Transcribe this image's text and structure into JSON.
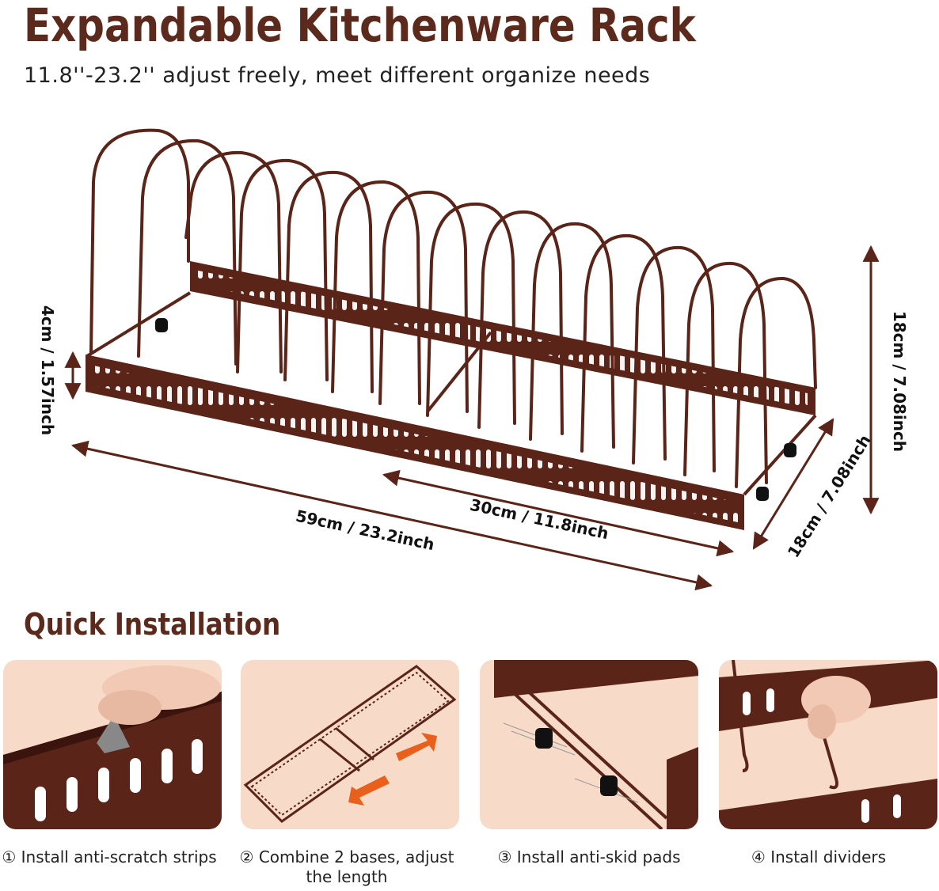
{
  "header": {
    "title": "Expandable Kitchenware Rack",
    "subtitle": "11.8''-23.2'' adjust freely, meet different organize needs"
  },
  "dimensions": {
    "height_side": "4cm / 1.57inch",
    "height_total": "18cm / 7.08inch",
    "length_max": "59cm / 23.2inch",
    "length_min": "30cm / 11.8inch",
    "width": "18cm / 7.08inch"
  },
  "install": {
    "heading": "Quick Installation",
    "steps": [
      {
        "label": "① Install anti-scratch strips"
      },
      {
        "label": "② Combine 2 bases, adjust the length"
      },
      {
        "label": "③ Install anti-skid pads"
      },
      {
        "label": "④ Install dividers"
      }
    ]
  },
  "colors": {
    "brand": "#5b2a1c",
    "rack": "#5a2418",
    "panel_bg": "#f7dbc8",
    "arrow_orange": "#e8601c"
  }
}
